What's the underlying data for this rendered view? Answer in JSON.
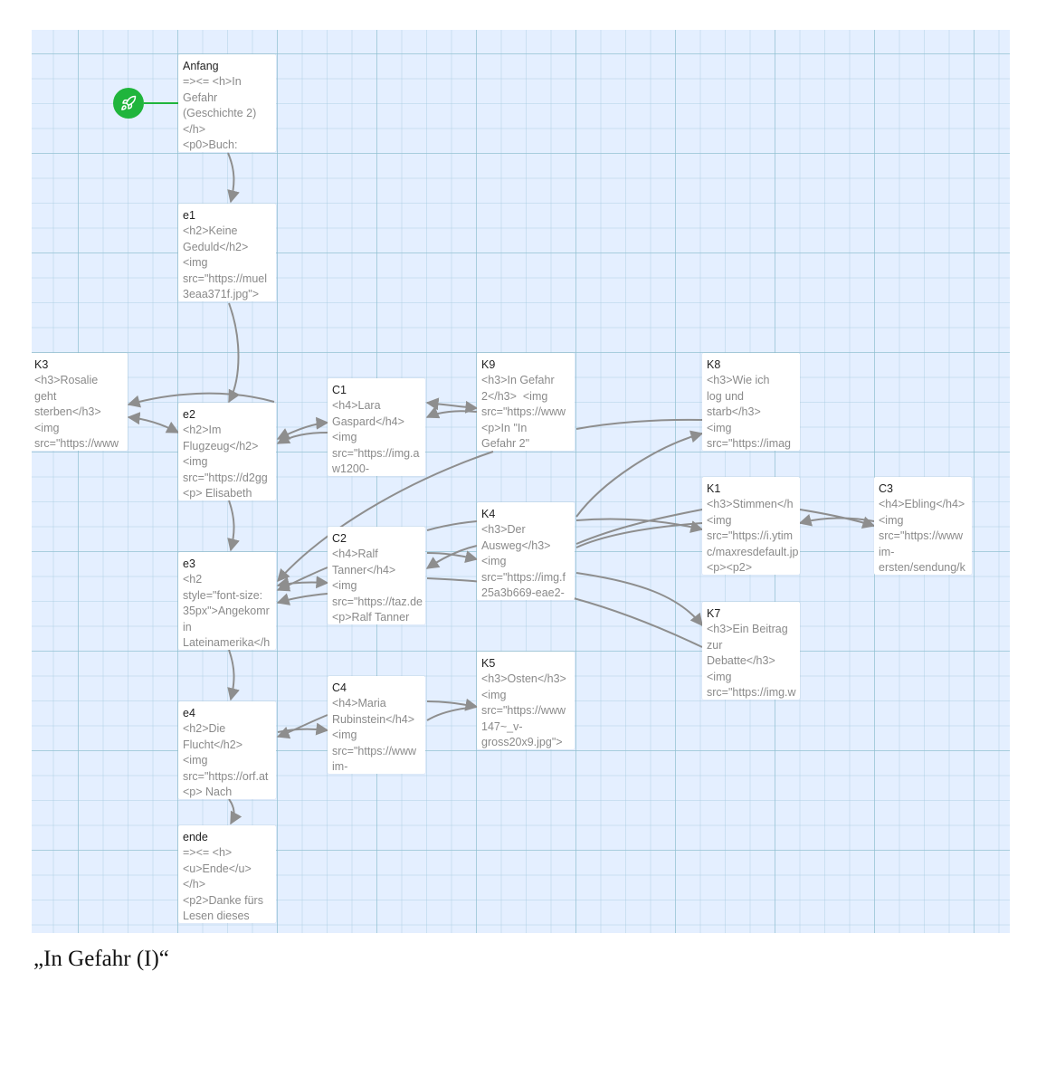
{
  "caption": "„In Gefahr (I)“",
  "start_icon": "rocket-icon",
  "colors": {
    "canvas": "#e4efff",
    "grid": "#8cbecd",
    "card": "#ffffff",
    "arrow": "#8e8e8e",
    "start": "#20b53c"
  },
  "passages": [
    {
      "id": "anfang",
      "title": "Anfang",
      "excerpt": "=><= <h>In\nGefahr\n(Geschichte 2)\n</h>\n<p0>Buch:"
    },
    {
      "id": "e1",
      "title": "e1",
      "excerpt": "<h2>Keine\nGeduld</h2>\n<img\nsrc=\"https://muel\n3eaa371f.jpg\">"
    },
    {
      "id": "k3",
      "title": "K3",
      "excerpt": "<h3>Rosalie\ngeht\nsterben</h3>\n<img\nsrc=\"https://www"
    },
    {
      "id": "e2",
      "title": "e2",
      "excerpt": "<h2>Im\nFlugzeug</h2>\n<img\nsrc=\"https://d2gg\n<p> Elisabeth"
    },
    {
      "id": "c1",
      "title": "C1",
      "excerpt": "<h4>Lara\nGaspard</h4>\n<img\nsrc=\"https://img.a\nw1200-"
    },
    {
      "id": "k9",
      "title": "K9",
      "excerpt": "<h3>In Gefahr\n2</h3>  <img\nsrc=\"https://www\n<p>In \"In\nGefahr 2\""
    },
    {
      "id": "k8",
      "title": "K8",
      "excerpt": "<h3>Wie ich\nlog und\nstarb</h3>\n<img\nsrc=\"https://imag"
    },
    {
      "id": "k1",
      "title": "K1",
      "excerpt": "<h3>Stimmen</h\n<img\nsrc=\"https://i.ytim\nc/maxresdefault.jp\n<p><p2>"
    },
    {
      "id": "c3",
      "title": "C3",
      "excerpt": "<h4>Ebling</h4>\n<img\nsrc=\"https://www\nim-\nersten/sendung/k"
    },
    {
      "id": "k4",
      "title": "K4",
      "excerpt": "<h3>Der\nAusweg</h3>\n<img\nsrc=\"https://img.f\n25a3b669-eae2-"
    },
    {
      "id": "c2",
      "title": "C2",
      "excerpt": "<h4>Ralf\nTanner</h4>\n<img\nsrc=\"https://taz.de\n<p>Ralf Tanner"
    },
    {
      "id": "e3",
      "title": "e3",
      "excerpt": "<h2\nstyle=\"font-size:\n35px\">Angekomr\nin\nLateinamerika</h"
    },
    {
      "id": "k7",
      "title": "K7",
      "excerpt": "<h3>Ein Beitrag\nzur\nDebatte</h3>\n<img\nsrc=\"https://img.w"
    },
    {
      "id": "k5",
      "title": "K5",
      "excerpt": "<h3>Osten</h3>\n<img\nsrc=\"https://www\n147~_v-\ngross20x9.jpg\">"
    },
    {
      "id": "c4",
      "title": "C4",
      "excerpt": "<h4>Maria\nRubinstein</h4>\n<img\nsrc=\"https://www\nim-"
    },
    {
      "id": "e4",
      "title": "e4",
      "excerpt": "<h2>Die\nFlucht</h2>\n<img\nsrc=\"https://orf.at\n<p> Nach"
    },
    {
      "id": "ende",
      "title": "ende",
      "excerpt": "=><= <h>\n<u>Ende</u>\n</h>\n<p2>Danke fürs\nLesen dieses"
    }
  ]
}
